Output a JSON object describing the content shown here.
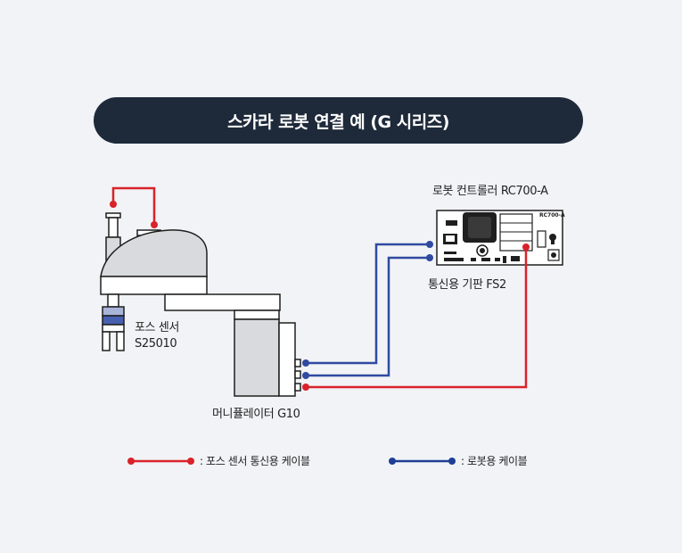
{
  "title": "스카라 로봇 연결 예 (G 시리즈)",
  "labels": {
    "controller": "로봇 컨트롤러 RC700-A",
    "controller_panel": "RC700-A",
    "comm_board": "통신용 기판 FS2",
    "force_sensor_line1": "포스 센서",
    "force_sensor_line2": "S25010",
    "manipulator": "머니퓰레이터 G10"
  },
  "legend": [
    {
      "label": ": 포스 센서 통신용 케이블",
      "color": "#d9222a"
    },
    {
      "label": ": 로봇용 케이블",
      "color": "#1e3f94"
    }
  ],
  "colors": {
    "red_cable": "#d9222a",
    "blue_cable": "#2f4aa0",
    "navy": "#1e2a3a"
  }
}
